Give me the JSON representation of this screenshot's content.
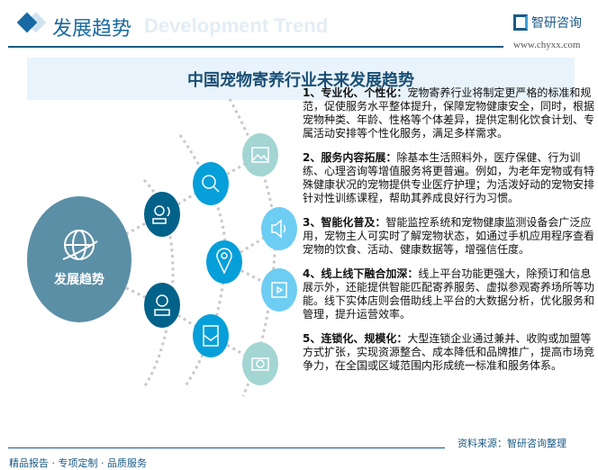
{
  "header": {
    "title": "发展趋势",
    "watermark": "Development Trend",
    "logo_text": "智研咨询",
    "url": "www.chyxx.com"
  },
  "banner": {
    "title": "中国宠物寄养行业未来发展趋势"
  },
  "diagram": {
    "center_label": "发展趋势",
    "center_icon": "globe-icon",
    "colors": {
      "center": "#5b8fa6",
      "inner": "#03628a",
      "middle": "#069fd9",
      "outer_teal": "#a3d5d3",
      "outer_blue": "#6dcdf3"
    },
    "inner_icons": [
      "users-icon",
      "user-icon"
    ],
    "middle_icons": [
      "search-icon",
      "location-pin-icon",
      "mail-icon"
    ],
    "outer_icons": [
      "image-icon",
      "speaker-icon",
      "play-icon",
      "camera-icon"
    ]
  },
  "trends": [
    {
      "heading": "1、专业化、个性化：",
      "body": "宠物寄养行业将制定更严格的标准和规范，促使服务水平整体提升，保障宠物健康安全，同时，根据宠物种类、年龄、性格等个体差异，提供定制化饮食计划、专属活动安排等个性化服务，满足多样需求。"
    },
    {
      "heading": "2、服务内容拓展：",
      "body": "除基本生活照料外，医疗保健、行为训练、心理咨询等增值服务将更普遍。例如，为老年宠物或有特殊健康状况的宠物提供专业医疗护理；为活泼好动的宠物安排针对性训练课程，帮助其养成良好行为习惯。"
    },
    {
      "heading": "3、智能化普及：",
      "body": "智能监控系统和宠物健康监测设备会广泛应用，宠物主人可实时了解宠物状态，如通过手机应用程序查看宠物的饮食、活动、健康数据等，增强信任度。"
    },
    {
      "heading": "4、线上线下融合加深：",
      "body": "线上平台功能更强大，除预订和信息展示外，还能提供智能匹配寄养服务、虚拟参观寄养场所等功能。线下实体店则会借助线上平台的大数据分析，优化服务和管理，提升运营效率。"
    },
    {
      "heading": "5、连锁化、规模化：",
      "body": "大型连锁企业通过兼并、收购或加盟等方式扩张，实现资源整合、成本降低和品牌推广，提高市场竞争力，在全国或区域范围内形成统一标准和服务体系。"
    }
  ],
  "footer": {
    "slogan": "精品报告 · 专项定制 · 品质服务",
    "source": "资料来源：智研咨询整理"
  }
}
